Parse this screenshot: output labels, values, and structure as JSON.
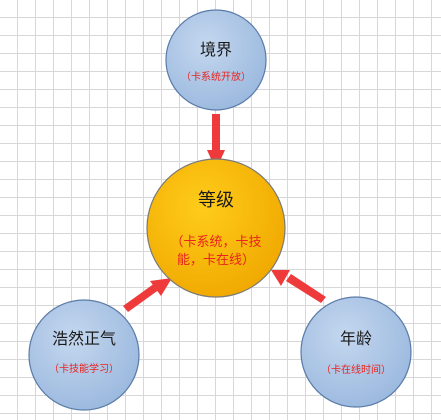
{
  "diagram": {
    "colors": {
      "blue_fill": "#a9c3e3",
      "blue_stroke": "#5b7ba7",
      "gold_fill": "#f7b900",
      "gold_stroke": "#7a7a7a",
      "arrow": "#ee3a3a",
      "note_text": "#e8231e"
    },
    "nodes": {
      "jingjie": {
        "title": "境界",
        "note": "（卡系统开放）"
      },
      "dengji": {
        "title": "等级",
        "note_line1": "（卡系统，卡技",
        "note_line2": "能，卡在线）"
      },
      "haoran": {
        "title": "浩然正气",
        "note": "（卡技能学习）"
      },
      "nianling": {
        "title": "年龄",
        "note": "（卡在线时间）"
      }
    },
    "edges": [
      {
        "from": "jingjie",
        "to": "dengji"
      },
      {
        "from": "haoran",
        "to": "dengji"
      },
      {
        "from": "nianling",
        "to": "dengji"
      }
    ]
  }
}
